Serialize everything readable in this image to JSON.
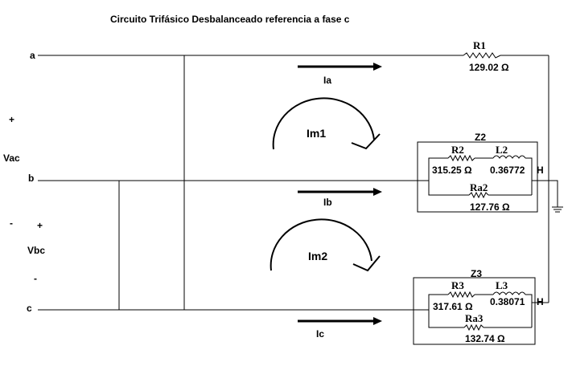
{
  "title": "Circuito Trifásico Desbalanceado referencia a fase c",
  "nodes": {
    "a": "a",
    "b": "b",
    "c": "c"
  },
  "sources": {
    "plus1": "+",
    "vac": "Vac",
    "minus1": "-",
    "plus2": "+",
    "vbc": "Vbc",
    "minus2": "-"
  },
  "currents": {
    "ia": "Ia",
    "ib": "Ib",
    "ic": "Ic"
  },
  "mesh": {
    "im1": "Im1",
    "im2": "Im2"
  },
  "r1": {
    "name": "R1",
    "value": "129.02 Ω"
  },
  "z2": {
    "name": "Z2",
    "r_name": "R2",
    "r_value": "315.25 Ω",
    "l_name": "L2",
    "l_value": "0.36772",
    "l_unit": "H",
    "ra_name": "Ra2",
    "ra_value": "127.76 Ω"
  },
  "z3": {
    "name": "Z3",
    "r_name": "R3",
    "r_value": "317.61 Ω",
    "l_name": "L3",
    "l_value": "0.38071",
    "l_unit": "H",
    "ra_name": "Ra3",
    "ra_value": "132.74 Ω"
  }
}
